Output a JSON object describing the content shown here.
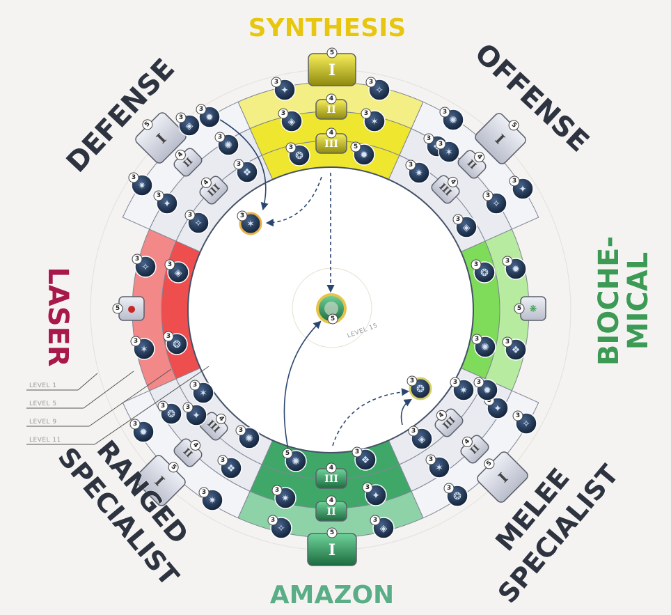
{
  "colors": {
    "synthesis": "#efe630",
    "synthesis_title": "#e7c612",
    "amazon": "#3fa868",
    "amazon_title": "#5aad86",
    "laser": "#ee4e4e",
    "laser_title": "#a8184a",
    "biochemical": "#7fdb5a",
    "biochemical_title": "#3c9a55",
    "neutral": "#e9ebf1",
    "dark_title": "#2e3340",
    "icon_bg": "#1f3553"
  },
  "trees": {
    "synthesis": {
      "title": "SYNTHESIS",
      "tiers": [
        "I",
        "II",
        "III"
      ],
      "tier_points": [
        "5",
        "4",
        "4"
      ]
    },
    "offense": {
      "title": "OFFENSE",
      "tiers": [
        "I",
        "II",
        "III"
      ],
      "tier_points": [
        "5",
        "4",
        "4"
      ]
    },
    "biochemical": {
      "title_line1": "BIOCHE-",
      "title_line2": "MICAL",
      "root_points": "5"
    },
    "melee": {
      "title_line1": "MELEE",
      "title_line2": "SPECIALIST",
      "tiers": [
        "I",
        "II",
        "III"
      ],
      "tier_points": [
        "5",
        "4",
        "4"
      ]
    },
    "amazon": {
      "title": "AMAZON",
      "tiers": [
        "I",
        "II",
        "III"
      ],
      "tier_points": [
        "5",
        "4",
        "4"
      ]
    },
    "ranged": {
      "title_line1": "RANGED",
      "title_line2": "SPECIALIST",
      "tiers": [
        "I",
        "II",
        "III"
      ],
      "tier_points": [
        "5",
        "4",
        "4"
      ]
    },
    "laser": {
      "title": "LASER",
      "root_points": "5"
    },
    "defense": {
      "title": "DEFENSE",
      "tiers": [
        "I",
        "II",
        "III"
      ],
      "tier_points": [
        "5",
        "4",
        "4"
      ]
    }
  },
  "levels": [
    "LEVEL 1",
    "LEVEL 5",
    "LEVEL 9",
    "LEVEL 11"
  ],
  "center": {
    "level_label": "LEVEL 15",
    "points": "5"
  },
  "ability_points": {
    "synthesis": [
      "3",
      "3",
      "3",
      "3",
      "3",
      "5"
    ],
    "offense": [
      "3",
      "3",
      "3",
      "3",
      "3",
      "3",
      "3"
    ],
    "biochemical": [
      "3",
      "3",
      "3",
      "3"
    ],
    "melee": [
      "3",
      "3",
      "3",
      "3",
      "3",
      "3",
      "3"
    ],
    "amazon": [
      "5",
      "3",
      "3",
      "3",
      "3",
      "3"
    ],
    "ranged": [
      "3",
      "3",
      "3",
      "3",
      "3",
      "3",
      "3"
    ],
    "laser": [
      "3",
      "3",
      "3",
      "3"
    ],
    "defense": [
      "3",
      "3",
      "3",
      "3",
      "3",
      "3",
      "3"
    ],
    "special": [
      "3",
      "3"
    ]
  }
}
